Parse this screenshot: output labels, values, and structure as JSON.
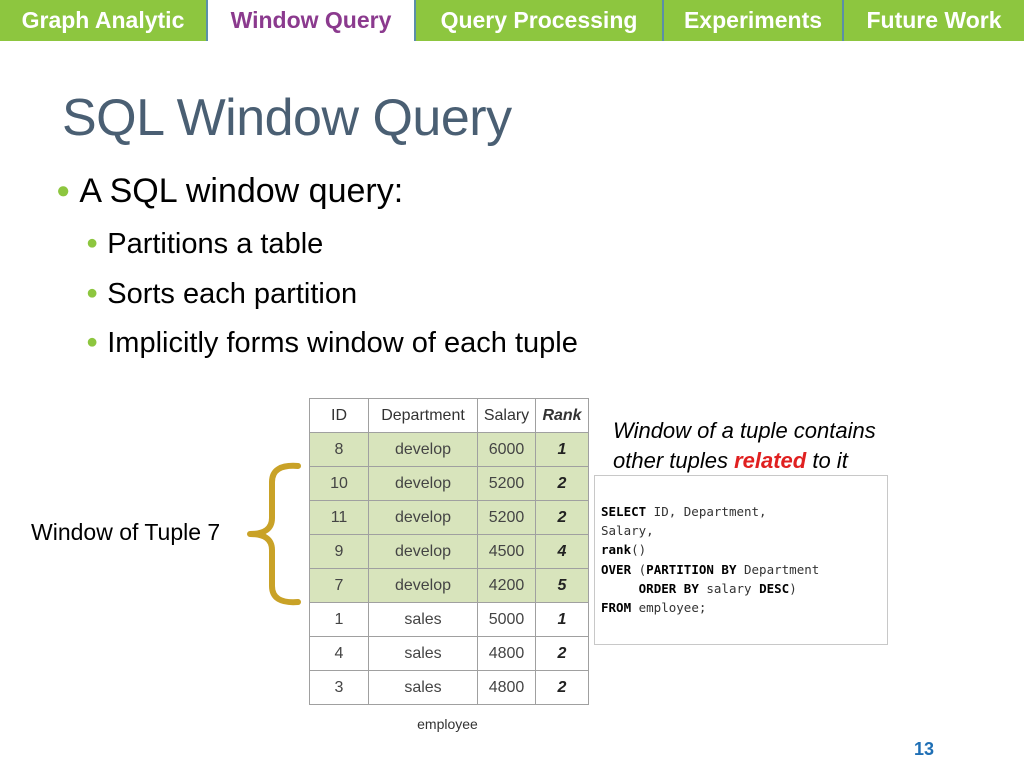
{
  "nav": {
    "tabs": [
      {
        "label": "Graph Analytic",
        "active": false
      },
      {
        "label": "Window Query",
        "active": true
      },
      {
        "label": "Query Processing",
        "active": false
      },
      {
        "label": "Experiments",
        "active": false
      },
      {
        "label": "Future Work",
        "active": false
      }
    ]
  },
  "slide": {
    "title": "SQL Window Query",
    "bullet_main": "A SQL window query:",
    "sub_bullets": [
      "Partitions a table",
      "Sorts each partition",
      "Implicitly forms window of each tuple"
    ],
    "page_number": "13"
  },
  "table": {
    "headers": [
      "ID",
      "Department",
      "Salary",
      "Rank"
    ],
    "rows": [
      {
        "id": "8",
        "department": "develop",
        "salary": "6000",
        "rank": "1"
      },
      {
        "id": "10",
        "department": "develop",
        "salary": "5200",
        "rank": "2"
      },
      {
        "id": "11",
        "department": "develop",
        "salary": "5200",
        "rank": "2"
      },
      {
        "id": "9",
        "department": "develop",
        "salary": "4500",
        "rank": "4"
      },
      {
        "id": "7",
        "department": "develop",
        "salary": "4200",
        "rank": "5"
      },
      {
        "id": "1",
        "department": "sales",
        "salary": "5000",
        "rank": "1"
      },
      {
        "id": "4",
        "department": "sales",
        "salary": "4800",
        "rank": "2"
      },
      {
        "id": "3",
        "department": "sales",
        "salary": "4800",
        "rank": "2"
      }
    ],
    "caption": "employee"
  },
  "annotation": {
    "line1": "Window of a tuple contains",
    "line2_prefix": "other tuples ",
    "line2_highlight": "related",
    "line2_suffix": " to it",
    "brace_label": "Window of Tuple 7"
  },
  "sql": {
    "l1_kw": "SELECT",
    "l1_rest": " ID, Department,",
    "l2": "Salary,",
    "l3_kw": "rank",
    "l3_rest": "()",
    "l4_kw1": "OVER",
    "l4_paren": " (",
    "l4_kw2": "PARTITION BY",
    "l4_rest": " Department",
    "l5_indent": "     ",
    "l5_kw1": "ORDER BY",
    "l5_mid": " salary ",
    "l5_kw2": "DESC",
    "l5_end": ")",
    "l6_kw": "FROM",
    "l6_rest": " employee;"
  },
  "colors": {
    "nav_bg": "#8dc63f",
    "active_tab_text": "#8b3a8e",
    "title": "#4a5f73",
    "highlight_row": "#d8e4bc",
    "brace": "#c9a227",
    "related_text": "#e02020"
  }
}
